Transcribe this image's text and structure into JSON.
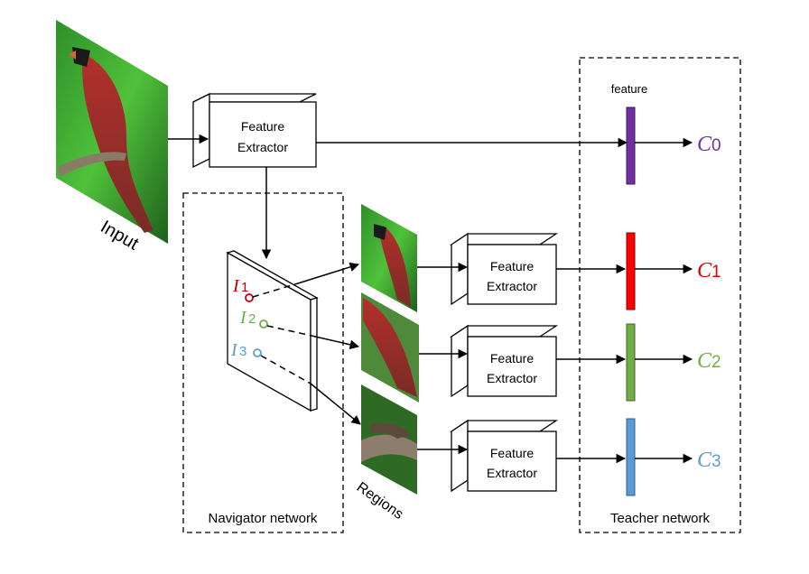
{
  "labels": {
    "input": "Input",
    "regions": "Regions",
    "navigator": "Navigator network",
    "teacher": "Teacher network",
    "feature": "feature"
  },
  "extractors": [
    {
      "line1": "Feature",
      "line2": "Extractor"
    },
    {
      "line1": "Feature",
      "line2": "Extractor"
    },
    {
      "line1": "Feature",
      "line2": "Extractor"
    },
    {
      "line1": "Feature",
      "line2": "Extractor"
    }
  ],
  "classifiers": [
    {
      "letter": "C",
      "sub": "0",
      "color": "#7030a0"
    },
    {
      "letter": "C",
      "sub": "1",
      "color": "#e00000"
    },
    {
      "letter": "C",
      "sub": "2",
      "color": "#70ad47"
    },
    {
      "letter": "C",
      "sub": "3",
      "color": "#5b9bd5"
    }
  ],
  "info_points": [
    {
      "letter": "I",
      "sub": "1",
      "color": "#c00000"
    },
    {
      "letter": "I",
      "sub": "2",
      "color": "#70ad47"
    },
    {
      "letter": "I",
      "sub": "3",
      "color": "#5b9bd5"
    }
  ],
  "feature_bars": [
    {
      "color": "#7030a0"
    },
    {
      "color": "#ff0000"
    },
    {
      "color": "#70ad47"
    },
    {
      "color": "#5b9bd5"
    }
  ]
}
